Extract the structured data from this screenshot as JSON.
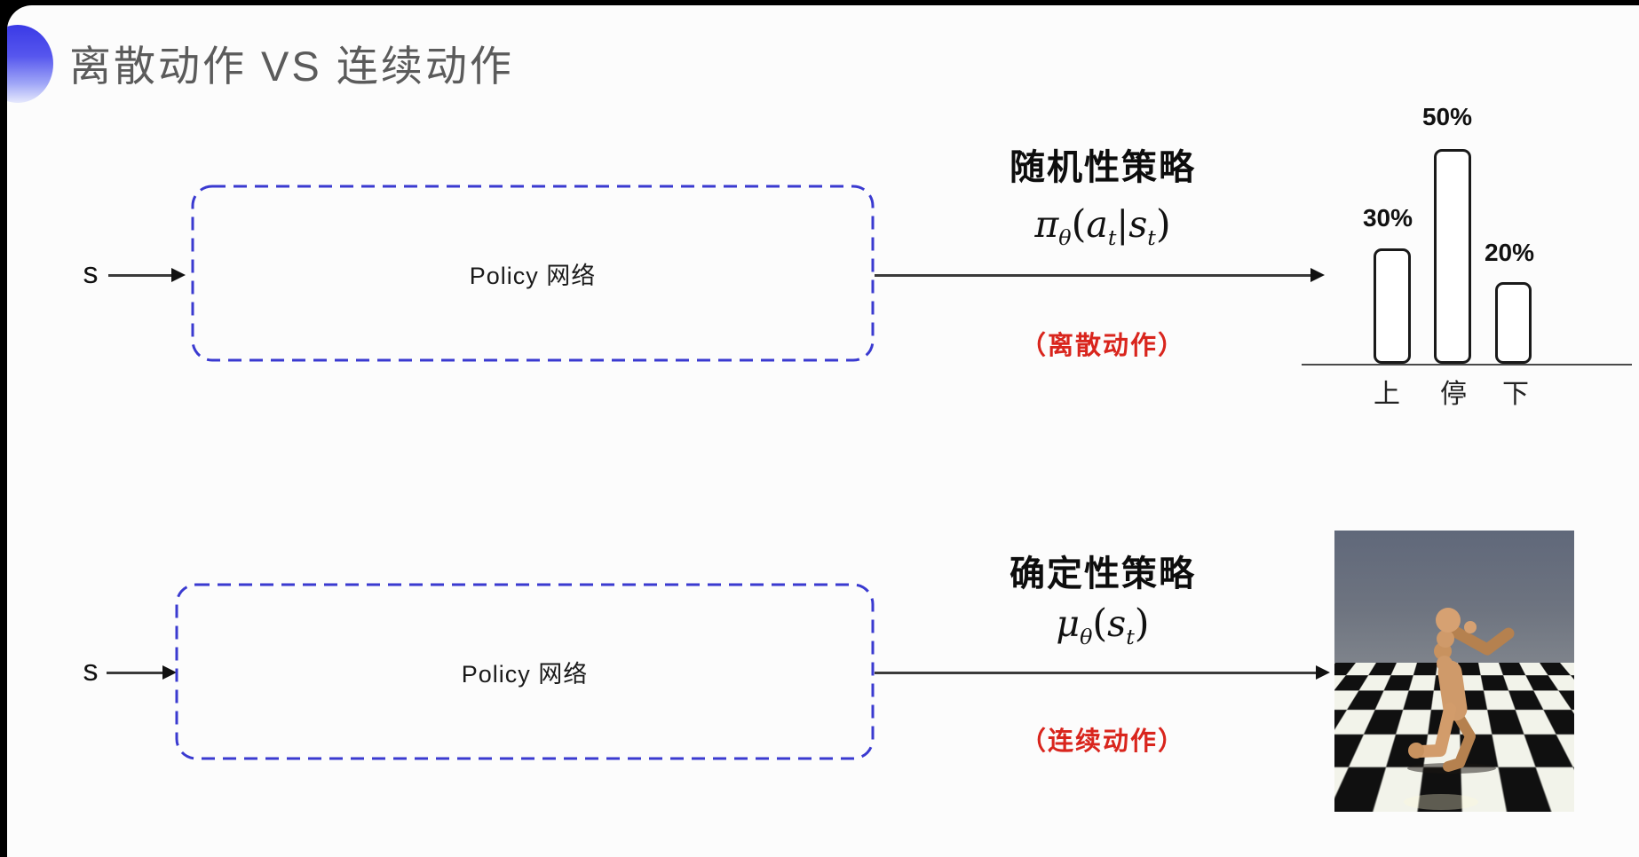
{
  "title": "离散动作 VS 连续动作",
  "colors": {
    "accent_blue": "#3a3ae6",
    "box_border_blue": "#3a3ad0",
    "note_red": "#d9251d",
    "title_gray": "#5b5b5b"
  },
  "stochastic": {
    "input_label": "s",
    "box_label": "Policy 网络",
    "policy_name": "随机性策略",
    "formula": {
      "sym": "π",
      "sym_sub": "θ",
      "open": "(",
      "v1": "a",
      "v1_sub": "t",
      "bar": "|",
      "v2": "s",
      "v2_sub": "t",
      "close": ")"
    },
    "action_type": "（离散动作）"
  },
  "deterministic": {
    "input_label": "s",
    "box_label": "Policy 网络",
    "policy_name": "确定性策略",
    "formula": {
      "sym": "μ",
      "sym_sub": "θ",
      "open": "(",
      "v2": "s",
      "v2_sub": "t",
      "close": ")"
    },
    "action_type": "（连续动作）"
  },
  "chart_data": {
    "type": "bar",
    "title": "",
    "categories": [
      "上",
      "停",
      "下"
    ],
    "values": [
      30,
      50,
      20
    ],
    "value_labels": [
      "30%",
      "50%",
      "20%"
    ],
    "ylabel": "",
    "xlabel": "",
    "ylim": [
      0,
      60
    ],
    "grid": false,
    "legend": false
  }
}
